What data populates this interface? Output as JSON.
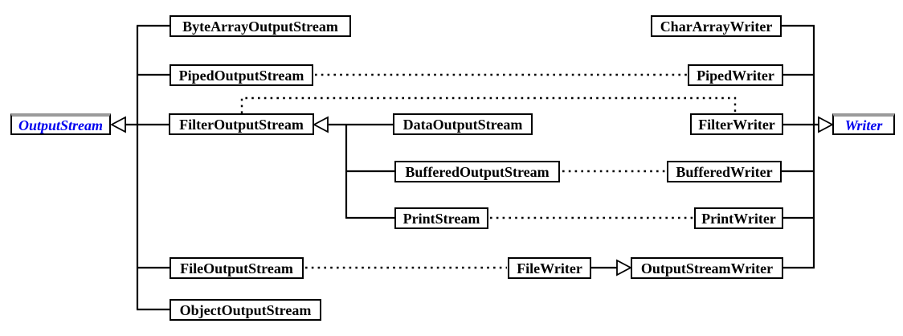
{
  "colors": {
    "base_class_text": "#0000ee",
    "class_text": "#000000",
    "line": "#000000",
    "box_border": "#000000",
    "box_background": "#ffffff",
    "base_box_top_shadow": "#9a9a9a"
  },
  "left_hierarchy": {
    "root": "OutputStream",
    "children": [
      "ByteArrayOutputStream",
      "PipedOutputStream",
      "FilterOutputStream",
      "FileOutputStream",
      "ObjectOutputStream"
    ],
    "filter_output_stream_children": [
      "DataOutputStream",
      "BufferedOutputStream",
      "PrintStream"
    ]
  },
  "right_hierarchy": {
    "root": "Writer",
    "children": [
      "CharArrayWriter",
      "PipedWriter",
      "FilterWriter",
      "BufferedWriter",
      "PrintWriter",
      "OutputStreamWriter"
    ],
    "output_stream_writer_child": "FileWriter"
  },
  "corresponding_pairs": [
    {
      "stream": "PipedOutputStream",
      "writer": "PipedWriter"
    },
    {
      "stream": "FilterOutputStream",
      "writer": "FilterWriter"
    },
    {
      "stream": "BufferedOutputStream",
      "writer": "BufferedWriter"
    },
    {
      "stream": "PrintStream",
      "writer": "PrintWriter"
    },
    {
      "stream": "FileOutputStream",
      "writer": "FileWriter"
    }
  ]
}
